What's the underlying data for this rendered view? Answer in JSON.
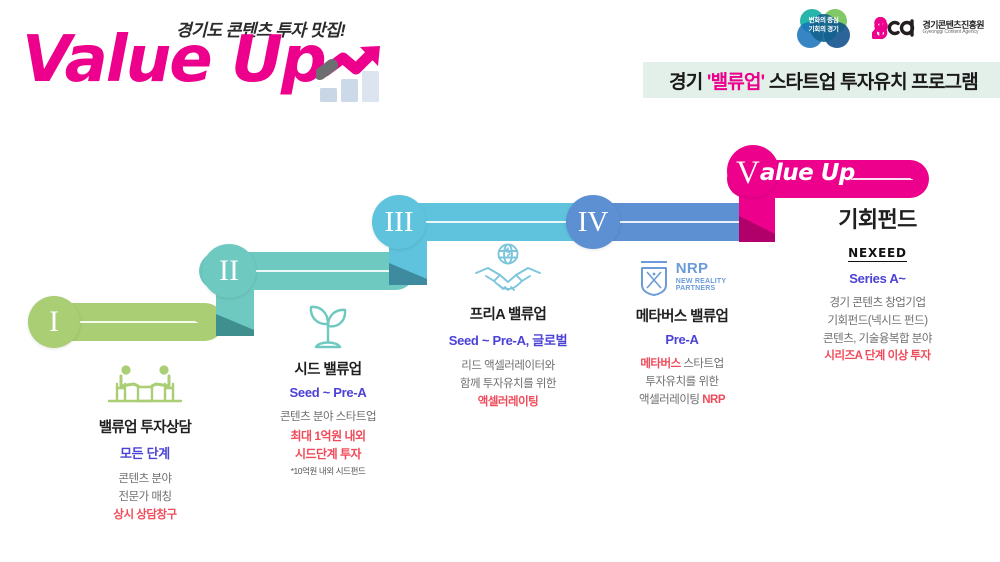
{
  "header": {
    "tagline": "경기도 콘텐츠 투자 맛집!",
    "logo_word": "Value Up",
    "logo_chart_icon": "rising-arrow-bar-chart-icon",
    "gyeonggi_logo": {
      "line1": "변화의 중심",
      "line2": "기회의 경기"
    },
    "gca_logo": {
      "mark": "gca",
      "korean": "경기콘텐츠진흥원",
      "english": "Gyeonggi Content Agency"
    },
    "title_prefix": "경기 ",
    "title_highlight": "'밸류업'",
    "title_suffix": " 스타트업 투자유치 프로그램"
  },
  "colors": {
    "brand_magenta": "#ec008c",
    "step1": "#a9ce74",
    "step2": "#6ec9c1",
    "step3": "#5fc3dd",
    "step4": "#5d8fd3",
    "step5": "#ec008c",
    "blue_text": "#4b42d6",
    "red_text": "#f04b5a",
    "gray_text": "#6f6f6f",
    "title_band": "#e3efe9"
  },
  "steps": [
    {
      "numeral": "I",
      "icon": "meeting-consultation-icon",
      "title": "밸류업  투자상담",
      "stage": "모든 단계",
      "lines": [
        "콘텐츠 분야",
        "전문가 매칭"
      ],
      "highlight": "상시 상담창구",
      "note": ""
    },
    {
      "numeral": "II",
      "icon": "seedling-sprout-icon",
      "title": "시드 밸류업",
      "stage": "Seed ~ Pre-A",
      "lines": [
        "콘텐츠 분야 스타트업"
      ],
      "highlight_lines": [
        "최대 1억원 내외",
        "시드단계 투자"
      ],
      "note": "*10억원 내외 시드펀드"
    },
    {
      "numeral": "III",
      "icon": "handshake-globe-icon",
      "title": "프리A 밸류업",
      "stage": "Seed ~ Pre-A, 글로벌",
      "lines": [
        "리드 액셀러레이터와",
        "함께 투자유치를 위한"
      ],
      "highlight": "액셀러레이팅",
      "note": ""
    },
    {
      "numeral": "IV",
      "icon": "nrp-shield-logo",
      "logo_name": "NRP",
      "logo_sub_line1": "NEW REALITY",
      "logo_sub_line2": "PARTNERS",
      "title": "메타버스 밸류업",
      "stage": "Pre-A",
      "line1_red": "메타버스",
      "line1_gray": " 스타트업",
      "line2": "투자유치를 위한",
      "line3_gray": "액셀러레이팅 ",
      "line3_red": "NRP",
      "note": ""
    },
    {
      "numeral": "V",
      "badge_v": "V",
      "badge_rest": "alue Up",
      "title": "기회펀드",
      "brand": "NEXEED",
      "stage": "Series A~",
      "lines": [
        "경기 콘텐츠  창업기업",
        "기회펀드(넥시드 펀드)",
        "콘텐츠, 기술융복합 분야"
      ],
      "highlight": "시리즈A 단계 이상 투자",
      "note": ""
    }
  ]
}
